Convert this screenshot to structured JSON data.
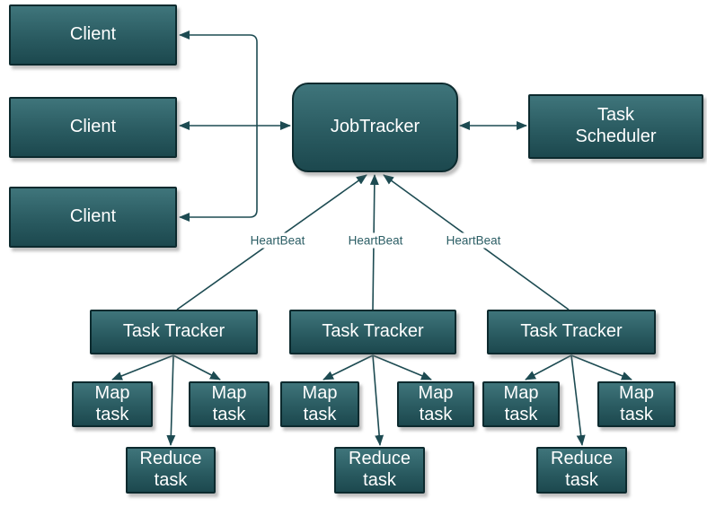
{
  "colors": {
    "node_fill_top": "#3f757b",
    "node_fill_bottom": "#1c484e",
    "node_border": "#0c2a2e",
    "connector": "#1d4b52",
    "heartbeat_text": "#2d5f66",
    "node_text": "#ffffff",
    "background": "#ffffff"
  },
  "nodes": {
    "clients": [
      {
        "label": "Client"
      },
      {
        "label": "Client"
      },
      {
        "label": "Client"
      }
    ],
    "job_tracker": {
      "label": "JobTracker"
    },
    "task_scheduler": {
      "label": "Task Scheduler"
    },
    "task_trackers": [
      {
        "label": "Task Tracker"
      },
      {
        "label": "Task Tracker"
      },
      {
        "label": "Task Tracker"
      }
    ],
    "map_tasks": [
      {
        "label": "Map task"
      },
      {
        "label": "Map task"
      },
      {
        "label": "Map task"
      },
      {
        "label": "Map task"
      },
      {
        "label": "Map task"
      },
      {
        "label": "Map task"
      }
    ],
    "reduce_tasks": [
      {
        "label": "Reduce task"
      },
      {
        "label": "Reduce task"
      },
      {
        "label": "Reduce task"
      }
    ]
  },
  "edge_labels": {
    "heartbeats": [
      {
        "label": "HeartBeat"
      },
      {
        "label": "HeartBeat"
      },
      {
        "label": "HeartBeat"
      }
    ]
  }
}
